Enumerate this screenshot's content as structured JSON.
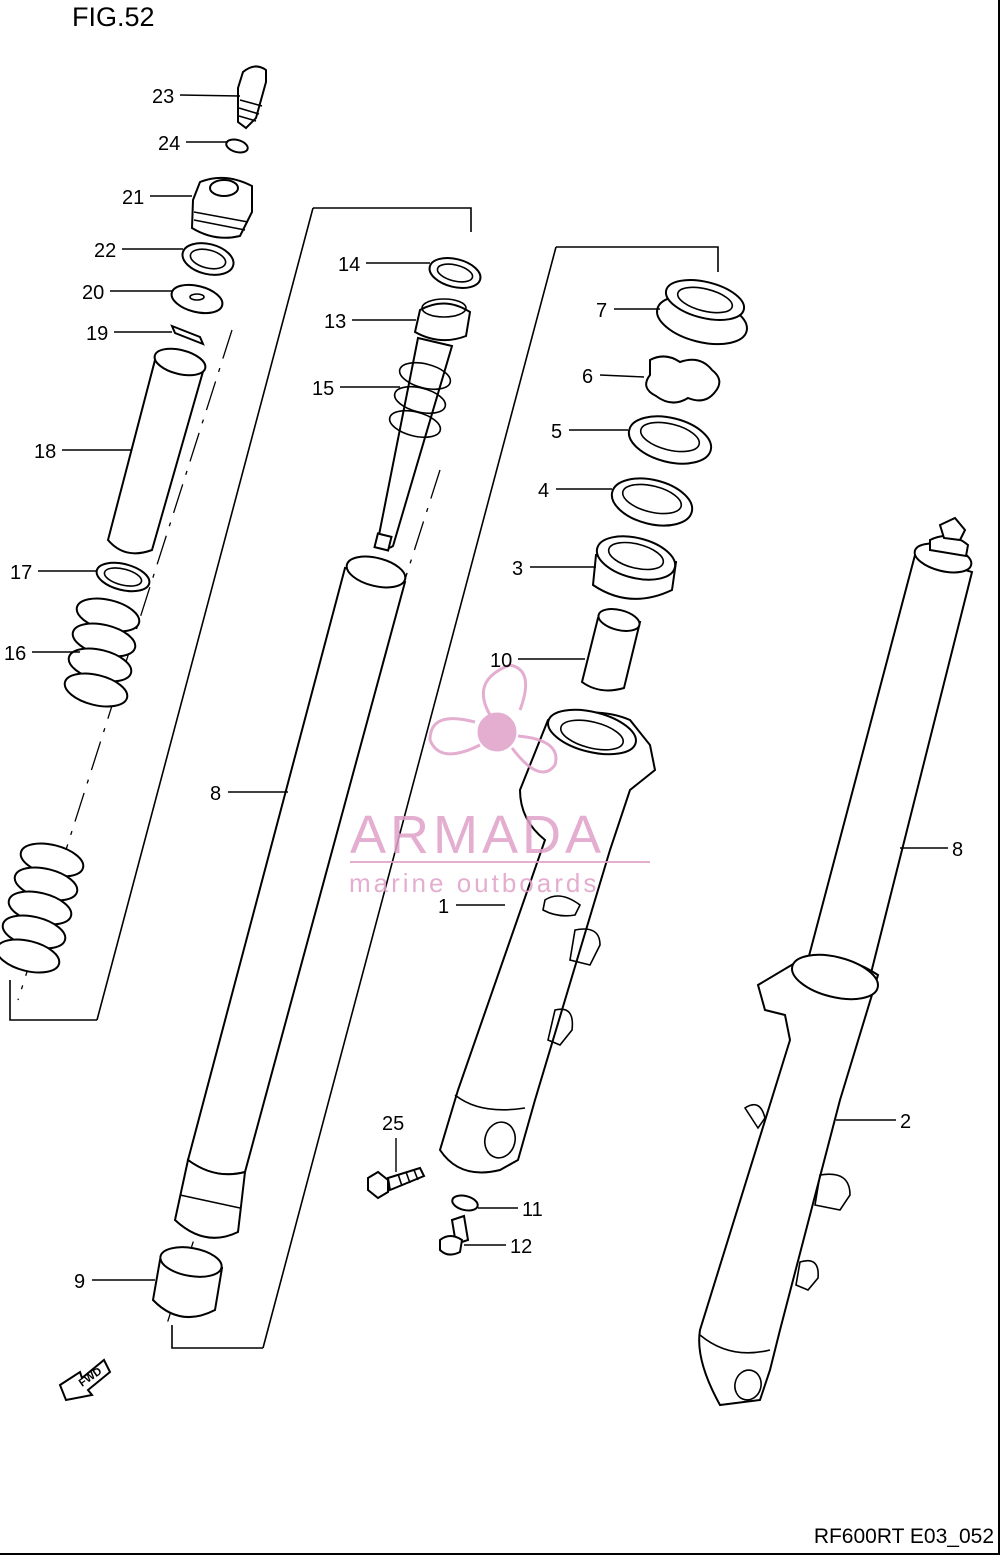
{
  "figure": {
    "title": "FIG.52",
    "drawing_code": "RF600RT E03_052"
  },
  "fwd_label": "FWD",
  "callouts": [
    {
      "id": "23",
      "label": "23"
    },
    {
      "id": "24",
      "label": "24"
    },
    {
      "id": "21",
      "label": "21"
    },
    {
      "id": "22",
      "label": "22"
    },
    {
      "id": "20",
      "label": "20"
    },
    {
      "id": "19",
      "label": "19"
    },
    {
      "id": "18",
      "label": "18"
    },
    {
      "id": "17",
      "label": "17"
    },
    {
      "id": "16",
      "label": "16"
    },
    {
      "id": "14",
      "label": "14"
    },
    {
      "id": "13",
      "label": "13"
    },
    {
      "id": "15",
      "label": "15"
    },
    {
      "id": "8a",
      "label": "8"
    },
    {
      "id": "9",
      "label": "9"
    },
    {
      "id": "7",
      "label": "7"
    },
    {
      "id": "6",
      "label": "6"
    },
    {
      "id": "5",
      "label": "5"
    },
    {
      "id": "4",
      "label": "4"
    },
    {
      "id": "3",
      "label": "3"
    },
    {
      "id": "10",
      "label": "10"
    },
    {
      "id": "1",
      "label": "1"
    },
    {
      "id": "25",
      "label": "25"
    },
    {
      "id": "11",
      "label": "11"
    },
    {
      "id": "12",
      "label": "12"
    },
    {
      "id": "8b",
      "label": "8"
    },
    {
      "id": "2",
      "label": "2"
    }
  ],
  "watermark": {
    "title": "ARMADA",
    "subtitle": "marine outboards",
    "color": "#e0a0c8"
  }
}
